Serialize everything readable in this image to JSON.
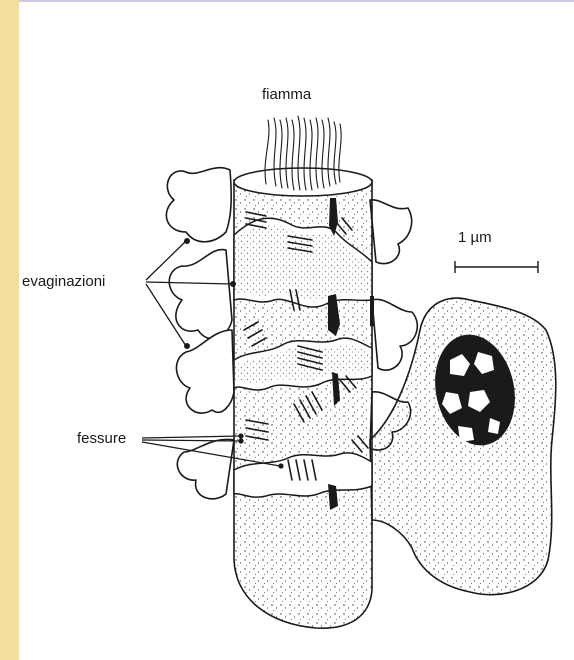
{
  "labels": {
    "flame": "fiamma",
    "evaginations": "evaginazioni",
    "fissures": "fessure",
    "scale": "1 µm"
  },
  "colors": {
    "band": "#f2df9d",
    "ink": "#1a1a1a",
    "frame": "#c9c9e6"
  },
  "icons": [
    "flame-cell-illustration",
    "nucleus-icon",
    "scale-bar"
  ]
}
